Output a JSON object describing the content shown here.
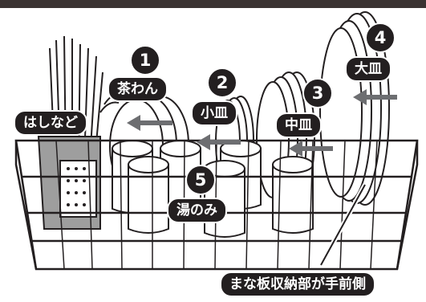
{
  "header": {
    "bar_color": "#3a3332"
  },
  "diagram": {
    "markers": [
      {
        "id": "1",
        "label": "茶わん",
        "arrow": "left"
      },
      {
        "id": "2",
        "label": "小皿",
        "arrow": "left"
      },
      {
        "id": "3",
        "label": "中皿",
        "arrow": "left"
      },
      {
        "id": "4",
        "label": "大皿",
        "arrow": "left"
      },
      {
        "id": "5",
        "label": "湯のみ",
        "arrow": "none"
      }
    ],
    "left_label": "はしなど",
    "bottom_label": "まな板収納部が手前側"
  },
  "colors": {
    "label_bg": "#231f20",
    "arrow": "#6d6e71",
    "basket_fill": "#9e9e9e",
    "line": "#231f20"
  },
  "icons": [
    "rack-basket-icon",
    "chopsticks-icon",
    "bowl-icon",
    "plate-icon",
    "cup-icon",
    "arrow-left-icon"
  ]
}
